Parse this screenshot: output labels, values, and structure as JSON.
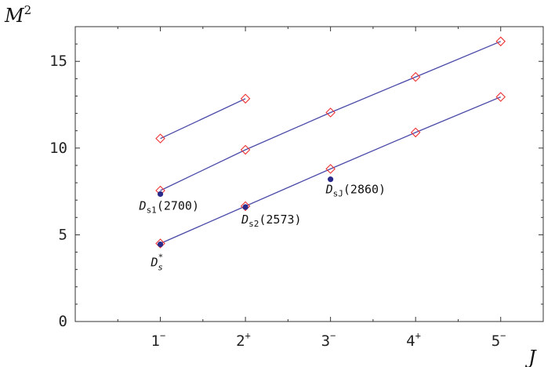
{
  "chart_data": {
    "type": "scatter",
    "title": "",
    "xlabel": "J",
    "ylabel": "M",
    "ylabel_sup": "2",
    "xlim": [
      0,
      5.5
    ],
    "ylim": [
      0,
      17
    ],
    "grid": false,
    "x_ticks": [
      {
        "value": 1,
        "base": "1",
        "sup": "−"
      },
      {
        "value": 2,
        "base": "2",
        "sup": "+"
      },
      {
        "value": 3,
        "base": "3",
        "sup": "−"
      },
      {
        "value": 4,
        "base": "4",
        "sup": "+"
      },
      {
        "value": 5,
        "base": "5",
        "sup": "−"
      }
    ],
    "y_ticks": [
      0,
      5,
      10,
      15
    ],
    "colors": {
      "line": "#4a4aa8",
      "marker": "#ee3333",
      "measured": "#2a2a8a"
    },
    "regge_lines": [
      {
        "points": [
          [
            1,
            10.55
          ],
          [
            2,
            12.85
          ]
        ]
      },
      {
        "points": [
          [
            1,
            7.55
          ],
          [
            2,
            9.9
          ],
          [
            3,
            12.05
          ],
          [
            4,
            14.1
          ],
          [
            5,
            16.15
          ]
        ]
      },
      {
        "points": [
          [
            1,
            4.5
          ],
          [
            2,
            6.65
          ],
          [
            3,
            8.8
          ],
          [
            4,
            10.9
          ],
          [
            5,
            12.95
          ]
        ]
      }
    ],
    "measured": [
      {
        "x": 1,
        "y": 4.45,
        "base": "D",
        "sub": "s",
        "sup": "*",
        "rest": ""
      },
      {
        "x": 1,
        "y": 7.35,
        "base": "D",
        "sub": "s1",
        "sup": "",
        "rest": "(2700)"
      },
      {
        "x": 2,
        "y": 6.6,
        "base": "D",
        "sub": "s2",
        "sup": "",
        "rest": "(2573)"
      },
      {
        "x": 3,
        "y": 8.2,
        "base": "D",
        "sub": "sJ",
        "sup": "",
        "rest": "(2860)"
      }
    ]
  }
}
